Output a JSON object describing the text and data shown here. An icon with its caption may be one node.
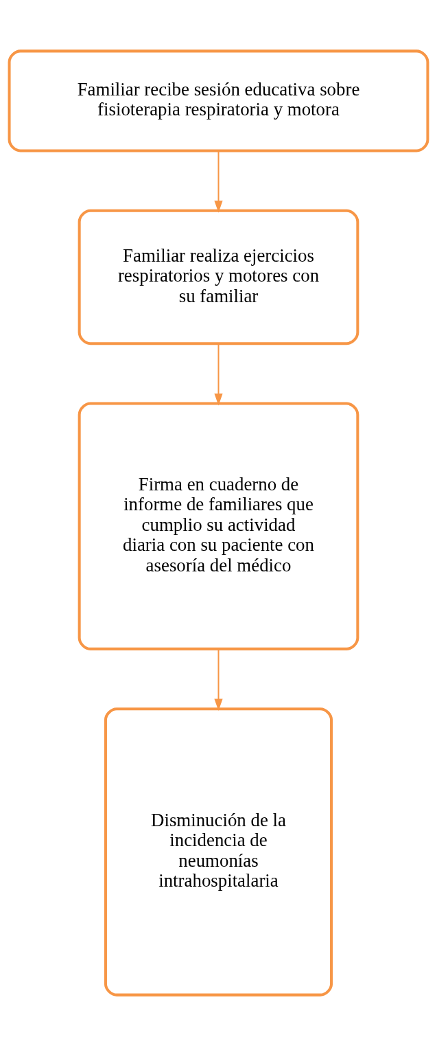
{
  "diagram": {
    "nodes": [
      {
        "text": [
          "Familiar recibe sesión educativa sobre fisioterapia respiratoria y motora"
        ]
      },
      {
        "text": [
          "Familiar realiza ejercicios respiratorios y motores con su familiar"
        ]
      },
      {
        "text": [
          "Firma en cuaderno de informe de familiares que cumplio su actividad diaria con su paciente con asesoría del médico"
        ]
      },
      {
        "text": [
          "Disminución de la incidencia de neumonías intrahospitalaria"
        ]
      }
    ],
    "edges": [
      {
        "from": 0,
        "to": 1,
        "arrow": "to"
      },
      {
        "from": 1,
        "to": 2,
        "arrow": "to"
      },
      {
        "from": 2,
        "to": 3,
        "arrow": "to"
      }
    ]
  }
}
